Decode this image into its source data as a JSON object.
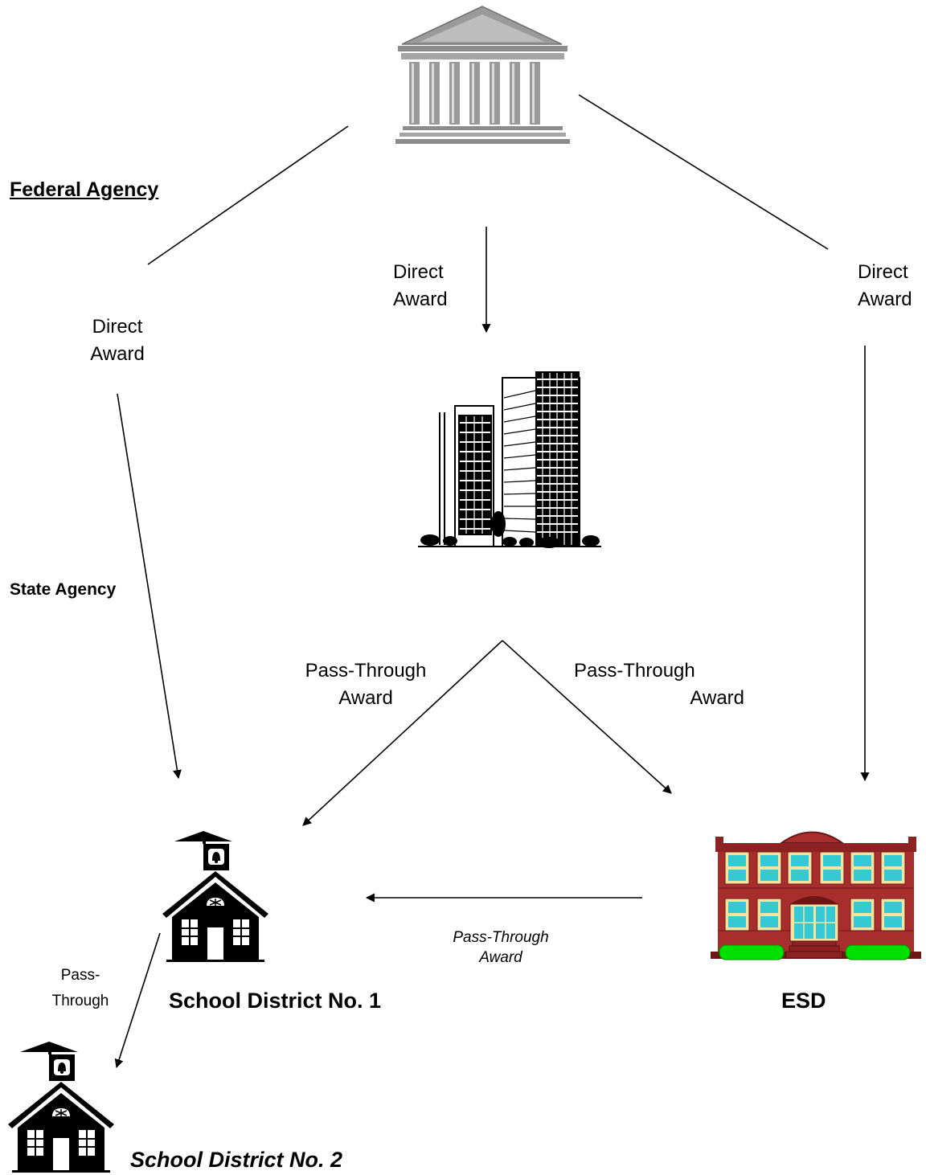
{
  "entities": {
    "federal": "Federal Agency",
    "state": "State Agency",
    "district1": "School District No. 1",
    "esd": "ESD",
    "district2": "School District No. 2"
  },
  "awards": {
    "direct_left": [
      "Direct",
      "Award"
    ],
    "direct_center": [
      "Direct",
      "Award"
    ],
    "direct_right": [
      "Direct",
      "Award"
    ],
    "pass_left": [
      "Pass-Through",
      "Award"
    ],
    "pass_right": [
      "Pass-Through",
      "Award"
    ],
    "pass_esd_to_district1": [
      "Pass-Through",
      "Award"
    ],
    "pass_district1_to_district2": [
      "Pass-",
      "Through"
    ]
  },
  "icons": {
    "federal": "government-building-icon",
    "state": "office-tower-icon",
    "district1": "schoolhouse-icon",
    "district2": "schoolhouse-icon",
    "esd": "brick-school-icon"
  },
  "colors": {
    "line": "#000000",
    "federal_gray": "#9a9a9a",
    "brick": "#a82e2e",
    "window": "#35c9d4",
    "hedge": "#00e000"
  }
}
